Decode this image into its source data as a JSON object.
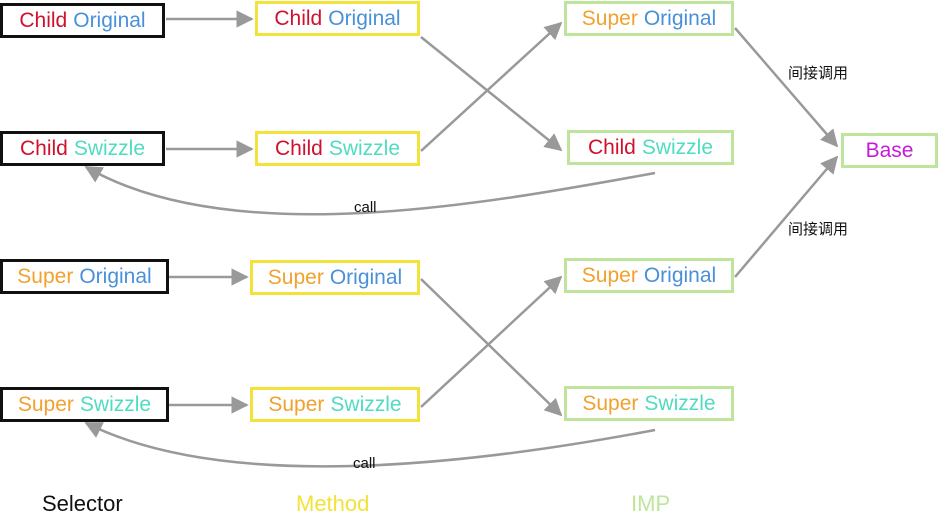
{
  "colors": {
    "child": "#d0102d",
    "super": "#f1a12e",
    "original": "#4a90d9",
    "swizzle": "#50dcc0",
    "base": "#c51bd8",
    "selector_border": "#111111",
    "method_border": "#f2e23a",
    "imp_border": "#bfe59d",
    "arrow": "#999999"
  },
  "selector": {
    "child_original": {
      "a": "Child",
      "b": "Original"
    },
    "child_swizzle": {
      "a": "Child",
      "b": "Swizzle"
    },
    "super_original": {
      "a": "Super",
      "b": "Original"
    },
    "super_swizzle": {
      "a": "Super",
      "b": "Swizzle"
    }
  },
  "method": {
    "child_original": {
      "a": "Child",
      "b": "Original"
    },
    "child_swizzle": {
      "a": "Child",
      "b": "Swizzle"
    },
    "super_original": {
      "a": "Super",
      "b": "Original"
    },
    "super_swizzle": {
      "a": "Super",
      "b": "Swizzle"
    }
  },
  "imp": {
    "top_super_original": {
      "a": "Super",
      "b": "Original"
    },
    "child_swizzle": {
      "a": "Child",
      "b": "Swizzle"
    },
    "bottom_super_original": {
      "a": "Super",
      "b": "Original"
    },
    "super_swizzle": {
      "a": "Super",
      "b": "Swizzle"
    }
  },
  "base": "Base",
  "labels": {
    "indirect_call_top": "间接调用",
    "indirect_call_bottom": "间接调用",
    "call_top": "call",
    "call_bottom": "call"
  },
  "columns": {
    "selector": "Selector",
    "method": "Method",
    "imp": "IMP"
  }
}
